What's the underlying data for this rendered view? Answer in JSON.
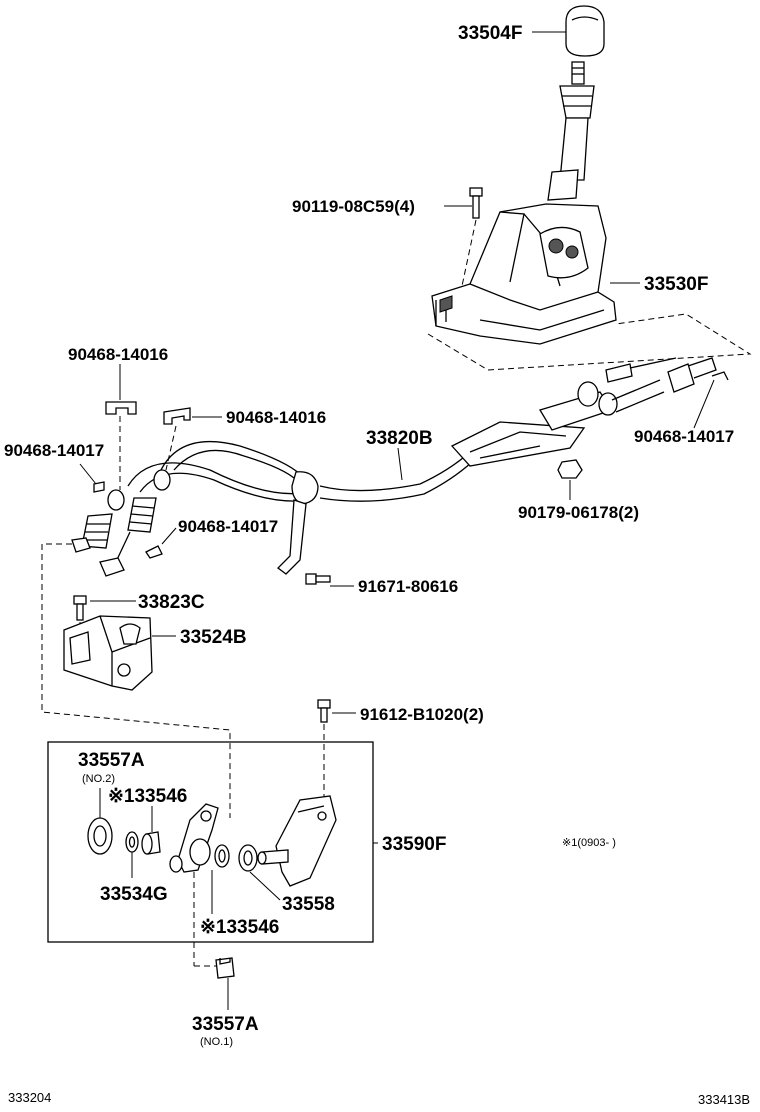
{
  "labels": {
    "p33504F": "33504F",
    "p90119": "90119-08C59(4)",
    "p33530F": "33530F",
    "p90468_14016_a": "90468-14016",
    "p90468_14016_b": "90468-14016",
    "p33820B": "33820B",
    "p90468_14017_left": "90468-14017",
    "p90468_14017_right": "90468-14017",
    "p90468_14017_mid": "90468-14017",
    "p90179": "90179-06178(2)",
    "p91671": "91671-80616",
    "p33823C": "33823C",
    "p33524B": "33524B",
    "p91612": "91612-B1020(2)",
    "p33557A_top": "33557A",
    "no2": "(NO.2)",
    "p33546_top": "※133546",
    "p33590F": "33590F",
    "p33534G": "33534G",
    "p33558": "33558",
    "p33546_bot": "※133546",
    "p33557A_bot": "33557A",
    "no1": "(NO.1)",
    "note": "※1(0903-      )"
  },
  "footer": {
    "left_code": "333204",
    "right_code": "333413B"
  },
  "colors": {
    "line": "#000000",
    "background": "#ffffff"
  }
}
